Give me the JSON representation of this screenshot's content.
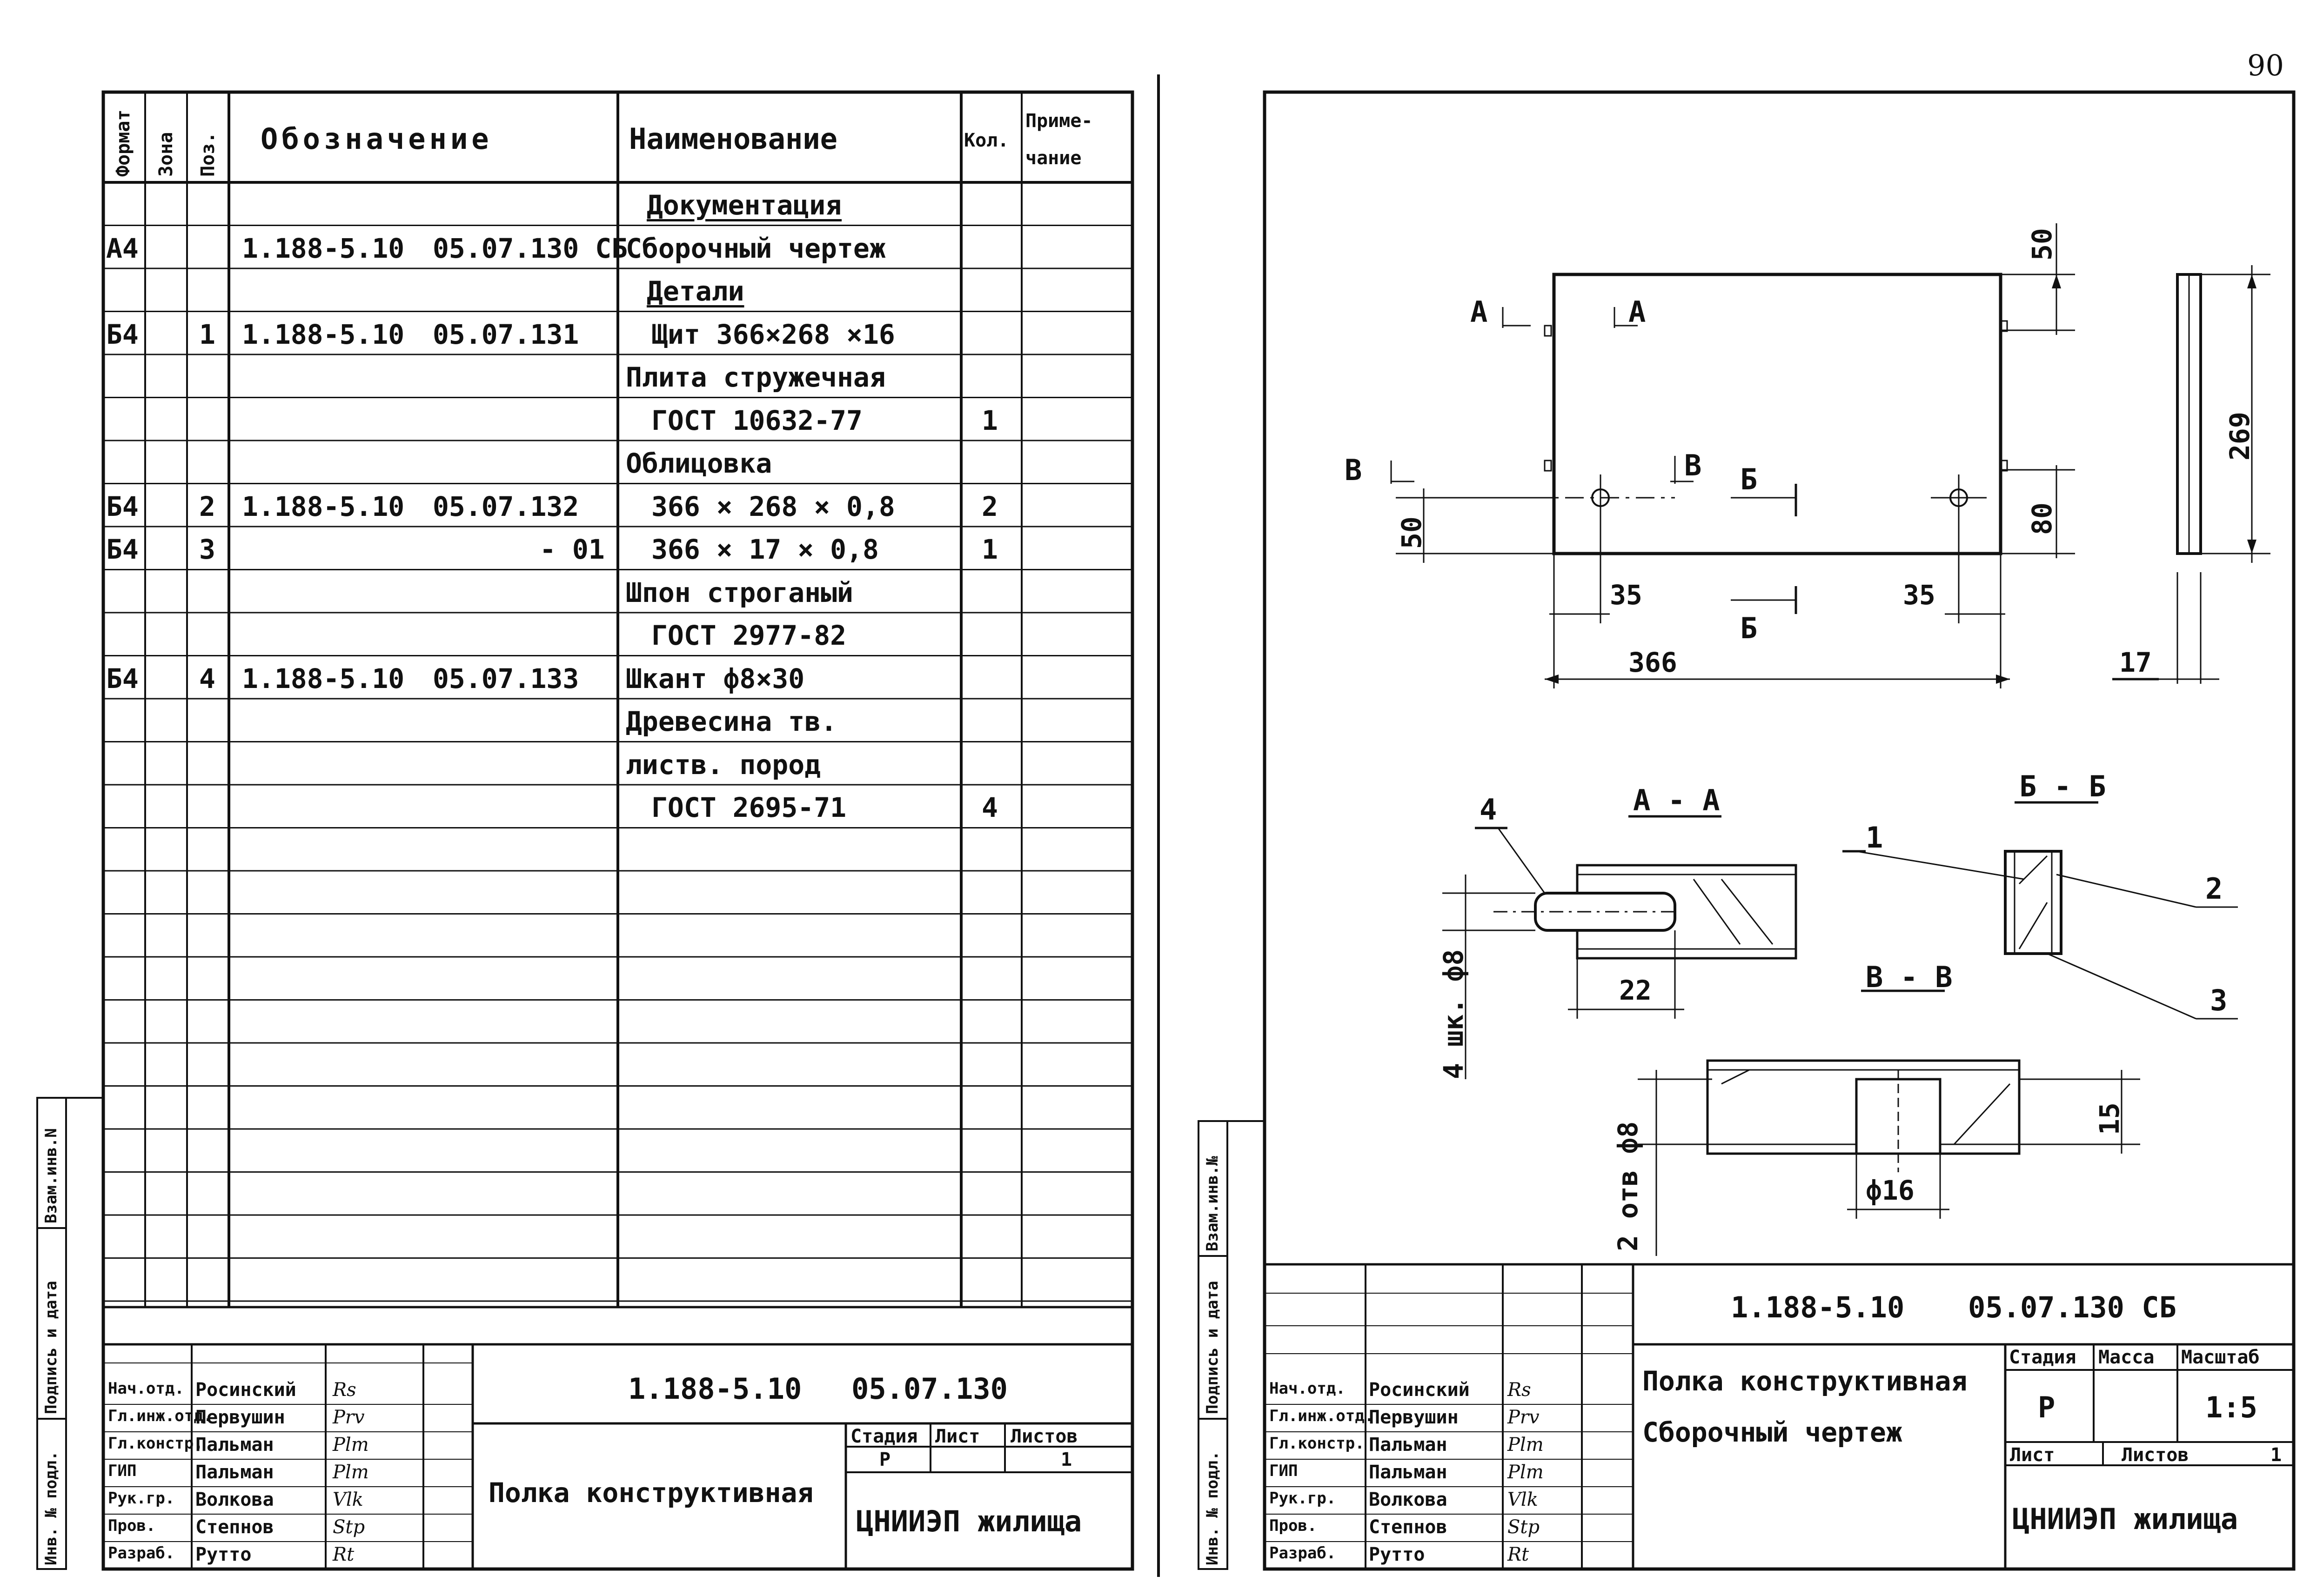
{
  "page_number": "90",
  "spec": {
    "headers": {
      "format": "Формат",
      "zone": "Зона",
      "pos": "Поз.",
      "designation": "Обозначение",
      "name": "Наименование",
      "qty": "Кол.",
      "note_1": "Приме-",
      "note_2": "чание"
    },
    "rows": [
      {
        "format": "",
        "pos": "",
        "code": "",
        "code2": "",
        "name": "Документация",
        "qty": ""
      },
      {
        "format": "А4",
        "pos": "",
        "code": "1.188-5.10",
        "code2": "05.07.130 СБ",
        "name": "Сборочный чертеж",
        "qty": ""
      },
      {
        "format": "",
        "pos": "",
        "code": "",
        "code2": "",
        "name": "Детали",
        "qty": ""
      },
      {
        "format": "Б4",
        "pos": "1",
        "code": "1.188-5.10",
        "code2": "05.07.131",
        "name": "Щит 366×268 ×16",
        "qty": ""
      },
      {
        "format": "",
        "pos": "",
        "code": "",
        "code2": "",
        "name": "Плита стружечная",
        "qty": ""
      },
      {
        "format": "",
        "pos": "",
        "code": "",
        "code2": "",
        "name": "ГОСТ 10632-77",
        "qty": "1"
      },
      {
        "format": "",
        "pos": "",
        "code": "",
        "code2": "",
        "name": "Облицовка",
        "qty": ""
      },
      {
        "format": "Б4",
        "pos": "2",
        "code": "1.188-5.10",
        "code2": "05.07.132",
        "name": "366 × 268 × 0,8",
        "qty": "2"
      },
      {
        "format": "Б4",
        "pos": "3",
        "code": "",
        "code2": "- 01",
        "name": "366 × 17 × 0,8",
        "qty": "1"
      },
      {
        "format": "",
        "pos": "",
        "code": "",
        "code2": "",
        "name": "Шпон строганый",
        "qty": ""
      },
      {
        "format": "",
        "pos": "",
        "code": "",
        "code2": "",
        "name": "ГОСТ 2977-82",
        "qty": ""
      },
      {
        "format": "Б4",
        "pos": "4",
        "code": "1.188-5.10",
        "code2": "05.07.133",
        "name": "Шкант ф8×30",
        "qty": ""
      },
      {
        "format": "",
        "pos": "",
        "code": "",
        "code2": "",
        "name": "Древесина тв.",
        "qty": ""
      },
      {
        "format": "",
        "pos": "",
        "code": "",
        "code2": "",
        "name": "листв. пород",
        "qty": ""
      },
      {
        "format": "",
        "pos": "",
        "code": "",
        "code2": "",
        "name": "ГОСТ 2695-71",
        "qty": "4"
      }
    ]
  },
  "side_labels": {
    "replace_inv": "Взам.инв.N",
    "sign_date": "Подпись и дата",
    "inv_orig": "Инв. № подл.",
    "replace_inv_right": "Взам.инв.№"
  },
  "title_block_left": {
    "code": "1.188-5.10",
    "code2": "05.07.130",
    "title": "Полка конструктивная",
    "stage_label": "Стадия",
    "sheet_label": "Лист",
    "sheets_label": "Листов",
    "stage": "Р",
    "sheets": "1",
    "org": "ЦНИИЭП жилища",
    "people": [
      {
        "role": "Нач.отд.",
        "name": "Росинский",
        "sig": "Rs"
      },
      {
        "role": "Гл.инж.отд.",
        "name": "Первушин",
        "sig": "Prv"
      },
      {
        "role": "Гл.констр.",
        "name": "Пальман",
        "sig": "Plm"
      },
      {
        "role": "ГИП",
        "name": "Пальман",
        "sig": "Plm"
      },
      {
        "role": "Рук.гр.",
        "name": "Волкова",
        "sig": "Vlk"
      },
      {
        "role": "Пров.",
        "name": "Степнов",
        "sig": "Stp"
      },
      {
        "role": "Разраб.",
        "name": "Рутто",
        "sig": "Rt"
      }
    ]
  },
  "title_block_right": {
    "code": "1.188-5.10",
    "code2": "05.07.130 СБ",
    "title_1": "Полка конструктивная",
    "title_2": "Сборочный чертеж",
    "stage_label": "Стадия",
    "mass_label": "Масса",
    "scale_label": "Масштаб",
    "stage": "Р",
    "scale": "1:5",
    "sheet_label": "Лист",
    "sheets_label": "Листов",
    "sheets": "1",
    "org": "ЦНИИЭП жилища"
  },
  "drawing": {
    "dims": {
      "w": "366",
      "h": "269",
      "top": "50",
      "mid": "80",
      "left": "50",
      "x1": "35",
      "x2": "35",
      "thick": "17",
      "dowel_len": "22",
      "hole_d": "ф16",
      "depth": "15",
      "dowel_note": "4 шк. ф8",
      "holes_note": "2 отв ф8"
    },
    "section_marks": {
      "a": "А",
      "b": "Б",
      "v": "В"
    },
    "section_titles": {
      "aa": "А - А",
      "bv": "Б - Б",
      "vv": "В - В"
    },
    "callouts": {
      "c1": "1",
      "c2": "2",
      "c3": "3",
      "c4": "4"
    }
  }
}
